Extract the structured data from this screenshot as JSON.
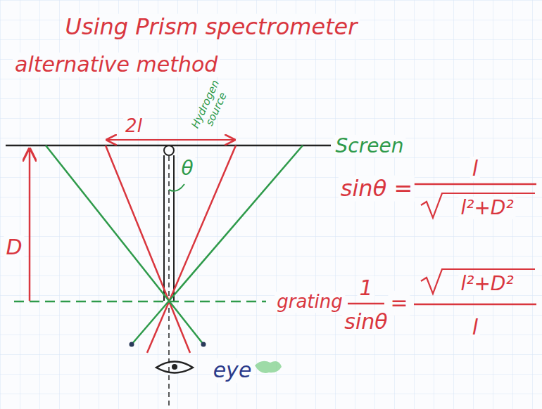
{
  "diagram": {
    "title": "Using Prism spectrometer",
    "labels": [
      "alternative method",
      "2l",
      "Hydrogen source",
      "Screen",
      "θ",
      "D",
      "grating",
      "sinθ =",
      "l",
      "l²+D²",
      "1",
      "sinθ",
      "=",
      "l²+D²",
      "l",
      "eye"
    ]
  }
}
